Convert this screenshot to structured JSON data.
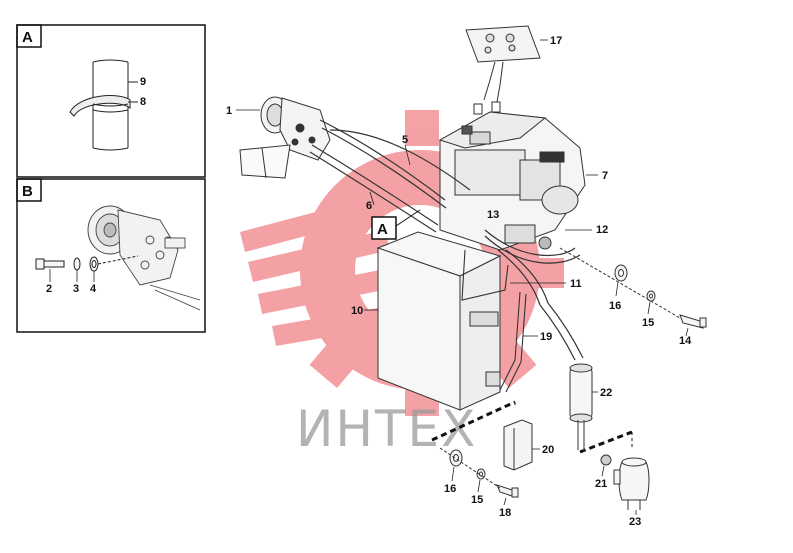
{
  "inset_top": {
    "label": "A",
    "callouts": [
      "9",
      "8"
    ]
  },
  "inset_bottom": {
    "label": "B",
    "callouts": [
      "2",
      "3",
      "4"
    ]
  },
  "main_label": "A",
  "callouts": {
    "c1": "1",
    "c5": "5",
    "c6": "6",
    "c7": "7",
    "c10": "10",
    "c11": "11",
    "c12": "12",
    "c13": "13",
    "c14": "14",
    "c15a": "15",
    "c15b": "15",
    "c16a": "16",
    "c16b": "16",
    "c17": "17",
    "c18": "18",
    "c19": "19",
    "c20": "20",
    "c21": "21",
    "c22": "22",
    "c23": "23"
  },
  "watermark": {
    "text": "ИНТЕХ",
    "color": "#e8303a"
  }
}
